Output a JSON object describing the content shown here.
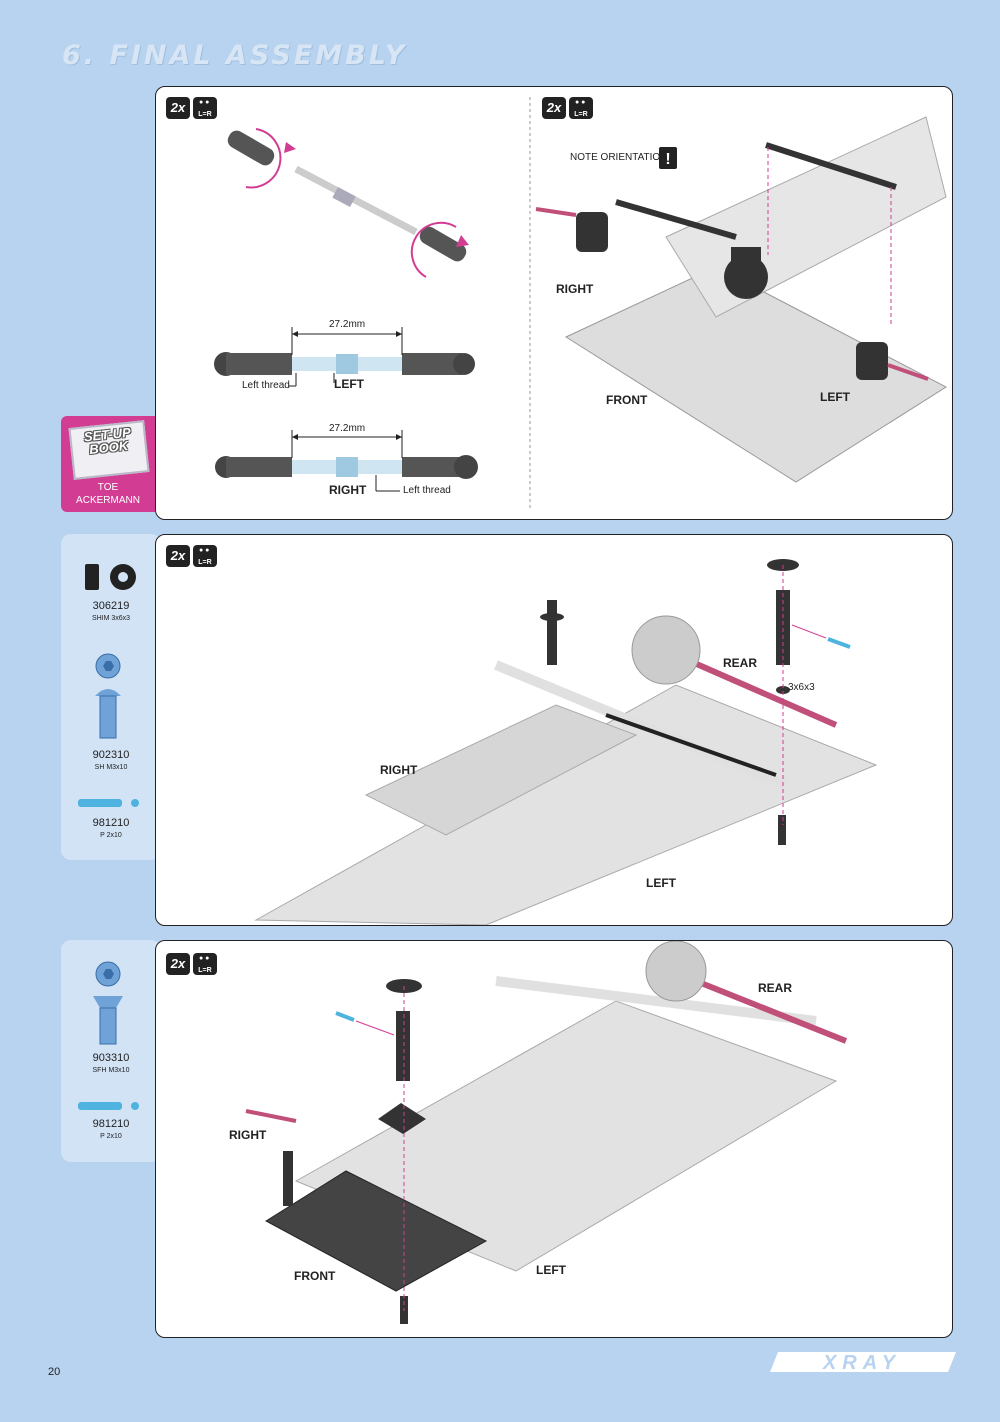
{
  "page": {
    "title": "6. FINAL ASSEMBLY",
    "page_number": "20",
    "logo": "XRAY"
  },
  "setup_book": {
    "title_line1": "SET-UP",
    "title_line2": "BOOK",
    "item1": "TOE",
    "item2": "ACKERMANN"
  },
  "badge": {
    "qty": "2x",
    "lr": "L=R"
  },
  "panel1": {
    "note": "NOTE ORIENTATION",
    "dim1": "27.2mm",
    "dim2": "27.2mm",
    "left_thread_1": "Left thread",
    "left_thread_2": "Left thread",
    "label_left_turnbuckle": "LEFT",
    "label_right_turnbuckle": "RIGHT",
    "label_right": "RIGHT",
    "label_front": "FRONT",
    "label_left": "LEFT"
  },
  "panel2": {
    "label_rear": "REAR",
    "label_right": "RIGHT",
    "label_left": "LEFT",
    "shim_callout": "3x6x3"
  },
  "panel3": {
    "label_rear": "REAR",
    "label_right": "RIGHT",
    "label_front": "FRONT",
    "label_left": "LEFT"
  },
  "parts_box_1": [
    {
      "code": "306219",
      "name": "SHIM 3x6x3",
      "icon": "shim-icon"
    },
    {
      "code": "902310",
      "name": "SH M3x10",
      "icon": "button-head-screw-icon"
    },
    {
      "code": "981210",
      "name": "P 2x10",
      "icon": "pin-icon"
    }
  ],
  "parts_box_2": [
    {
      "code": "903310",
      "name": "SFH M3x10",
      "icon": "flat-head-screw-icon"
    },
    {
      "code": "981210",
      "name": "P 2x10",
      "icon": "pin-icon"
    }
  ],
  "colors": {
    "background": "#b7d3ef",
    "accent_magenta": "#d23d93",
    "panel_border": "#222222",
    "part_blue": "#4fb3e0"
  }
}
